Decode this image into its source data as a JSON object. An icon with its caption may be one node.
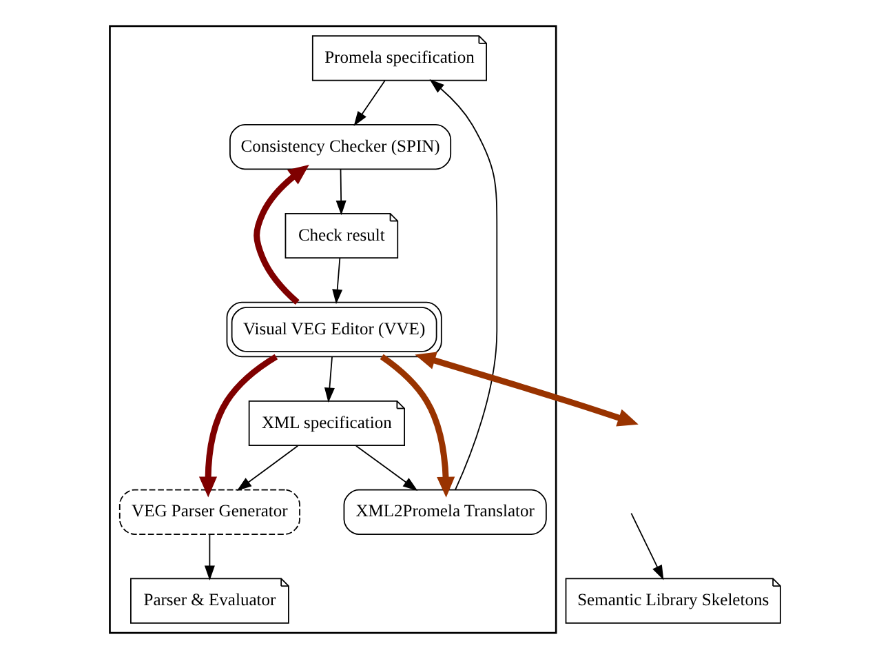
{
  "diagram": {
    "nodes": [
      {
        "text": [],
        "shape": "box"
      },
      {
        "text": [
          "Promela specification"
        ],
        "in": 0
      },
      {
        "text": [
          "Consistency Checker (SPIN)"
        ],
        "in": 0
      },
      {
        "text": [
          "Check result"
        ],
        "in": 0
      },
      {
        "text": [
          "XML2Promela Translator"
        ],
        "in": 0
      },
      {
        "text": [
          "Visual VEG Editor (VVE)"
        ],
        "in": 0
      },
      {
        "text": [
          "XML specification"
        ],
        "in": 0
      },
      {
        "text": [
          "VEG Parser Generator"
        ],
        "in": 0
      },
      {
        "text": [
          "Parser & Evaluator"
        ],
        "in": 0
      },
      {
        "text": [
          "Semantic Library Skeletons"
        ]
      }
    ],
    "edges": [
      {
        "from": 1,
        "to": 2,
        "arrow": "to"
      },
      {
        "from": 2,
        "to": 3,
        "arrow": "to"
      },
      {
        "from": 3,
        "to": 5,
        "arrow": "to"
      },
      {
        "from": 5,
        "to": 2,
        "arrow": "to",
        "style": "thick",
        "color": "#7f0000"
      },
      {
        "from": 5,
        "to": 4,
        "arrow": "to",
        "style": "thick",
        "color": "#993300"
      },
      {
        "from": 5,
        "to": 6,
        "arrow": "to"
      },
      {
        "from": 6,
        "to": 4,
        "arrow": "to"
      },
      {
        "from": 4,
        "to": 1,
        "arrow": "to"
      },
      {
        "from": 6,
        "to": 7,
        "arrow": "to"
      },
      {
        "from": 5,
        "to": 7,
        "arrow": "to",
        "style": "thick",
        "color": "#7f0000"
      },
      {
        "from": 7,
        "to": 8,
        "arrow": "to"
      },
      {
        "from": 5,
        "to": null,
        "arrow": "both",
        "style": "thick",
        "color": "#993300"
      },
      {
        "from": null,
        "to": 9,
        "arrow": "to"
      }
    ]
  }
}
